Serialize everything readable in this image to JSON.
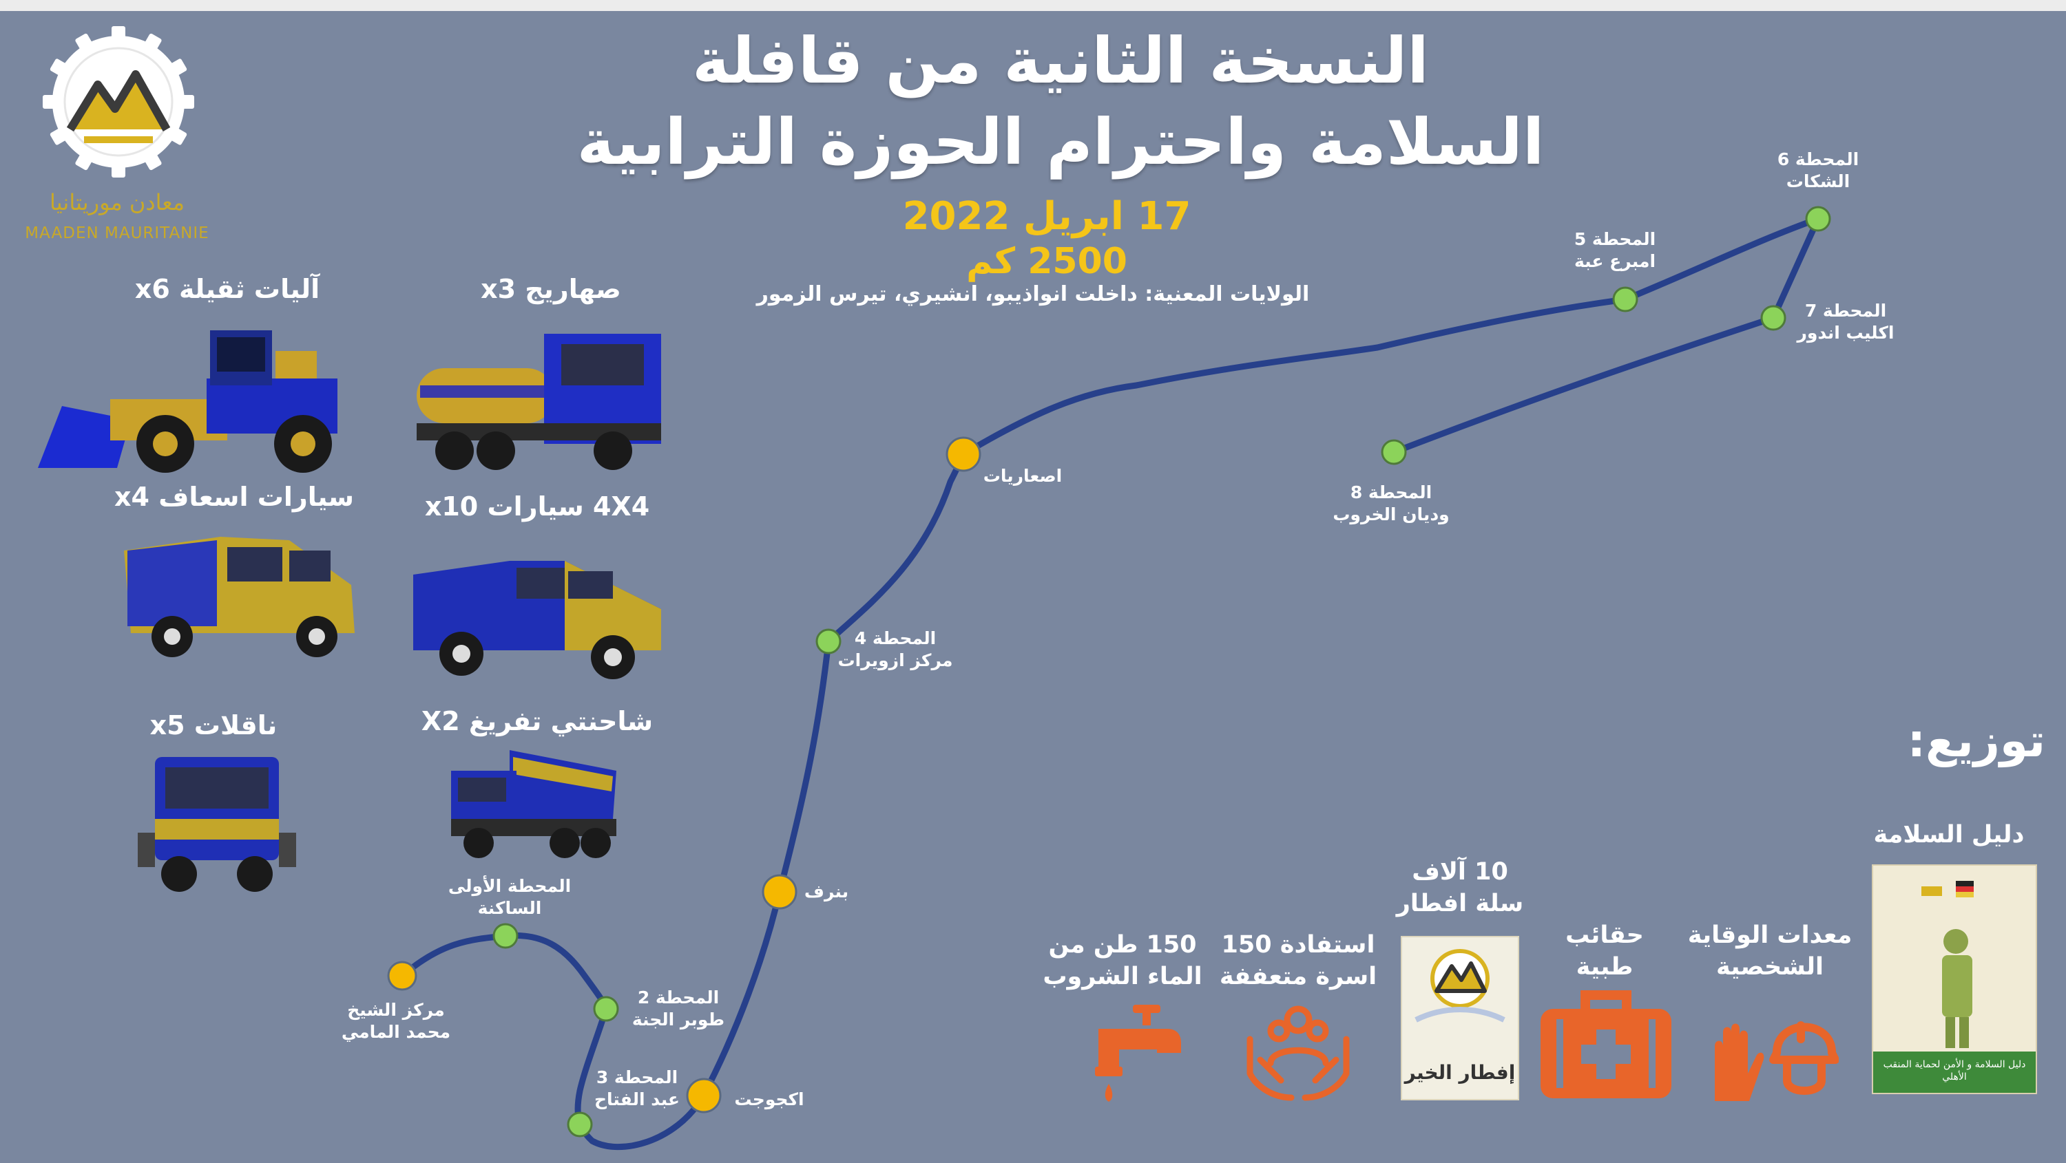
{
  "title": {
    "line1": "النسخة الثانية من قافلة",
    "line2": "السلامة واحترام الحوزة الترابية"
  },
  "date": "17 ابريل 2022",
  "distance": "2500 كم",
  "regions": "الولايات المعنية: داخلت انواذيبو، انشيري، تيرس الزمور",
  "brand": {
    "name_ar": "معادن موريتانيا",
    "name_en": "MAADEN MAURITANIE"
  },
  "vehicles": [
    {
      "label": "آليات ثقيلة x6"
    },
    {
      "label": "صهاريج x3"
    },
    {
      "label": "سيارات اسعاف x4"
    },
    {
      "label": "4X4 سيارات x10"
    },
    {
      "label": "ناقلات x5"
    },
    {
      "label": "شاحنتي تفريغ X2"
    }
  ],
  "stations": [
    {
      "label1": "مركز الشيخ",
      "label2": "محمد المامي"
    },
    {
      "label1": "المحطة الأولى",
      "label2": "الساكنة"
    },
    {
      "label1": "المحطة 2",
      "label2": "طوبر الجنة"
    },
    {
      "label1": "المحطة 3",
      "label2": "عبد الفتاح"
    },
    {
      "label1": "اكجوجت"
    },
    {
      "label1": "بنرف"
    },
    {
      "label1": "المحطة 4",
      "label2": "مركز ازويرات"
    },
    {
      "label1": "اصعاريات"
    },
    {
      "label1": "المحطة 5",
      "label2": "امبرع عبة"
    },
    {
      "label1": "المحطة 6",
      "label2": "الشكات"
    },
    {
      "label1": "المحطة 7",
      "label2": "اكليب اندور"
    },
    {
      "label1": "المحطة 8",
      "label2": "وديان الخروب"
    }
  ],
  "distribution": {
    "title": "توزيع:",
    "items": [
      {
        "line1": "دليل السلامة"
      },
      {
        "line1": "معدات الوقاية",
        "line2": "الشخصية"
      },
      {
        "line1": "حقائب",
        "line2": "طبية"
      },
      {
        "line1": "10 آلاف",
        "line2": "سلة افطار"
      },
      {
        "line1": "استفادة 150",
        "line2": "اسرة متعففة"
      },
      {
        "line1": "150 طن من",
        "line2": "الماء الشروب"
      }
    ],
    "book_title": "دليل السلامة و الأمن لحماية المنقب الأهلي",
    "basket_caption": "إفطار الخير",
    "icon_color": "#e8652a"
  },
  "colors": {
    "background": "#7a879f",
    "route": "#27408b",
    "station_green": "#8cd35a",
    "station_yellow": "#f5b800",
    "accent": "#f5c518"
  }
}
